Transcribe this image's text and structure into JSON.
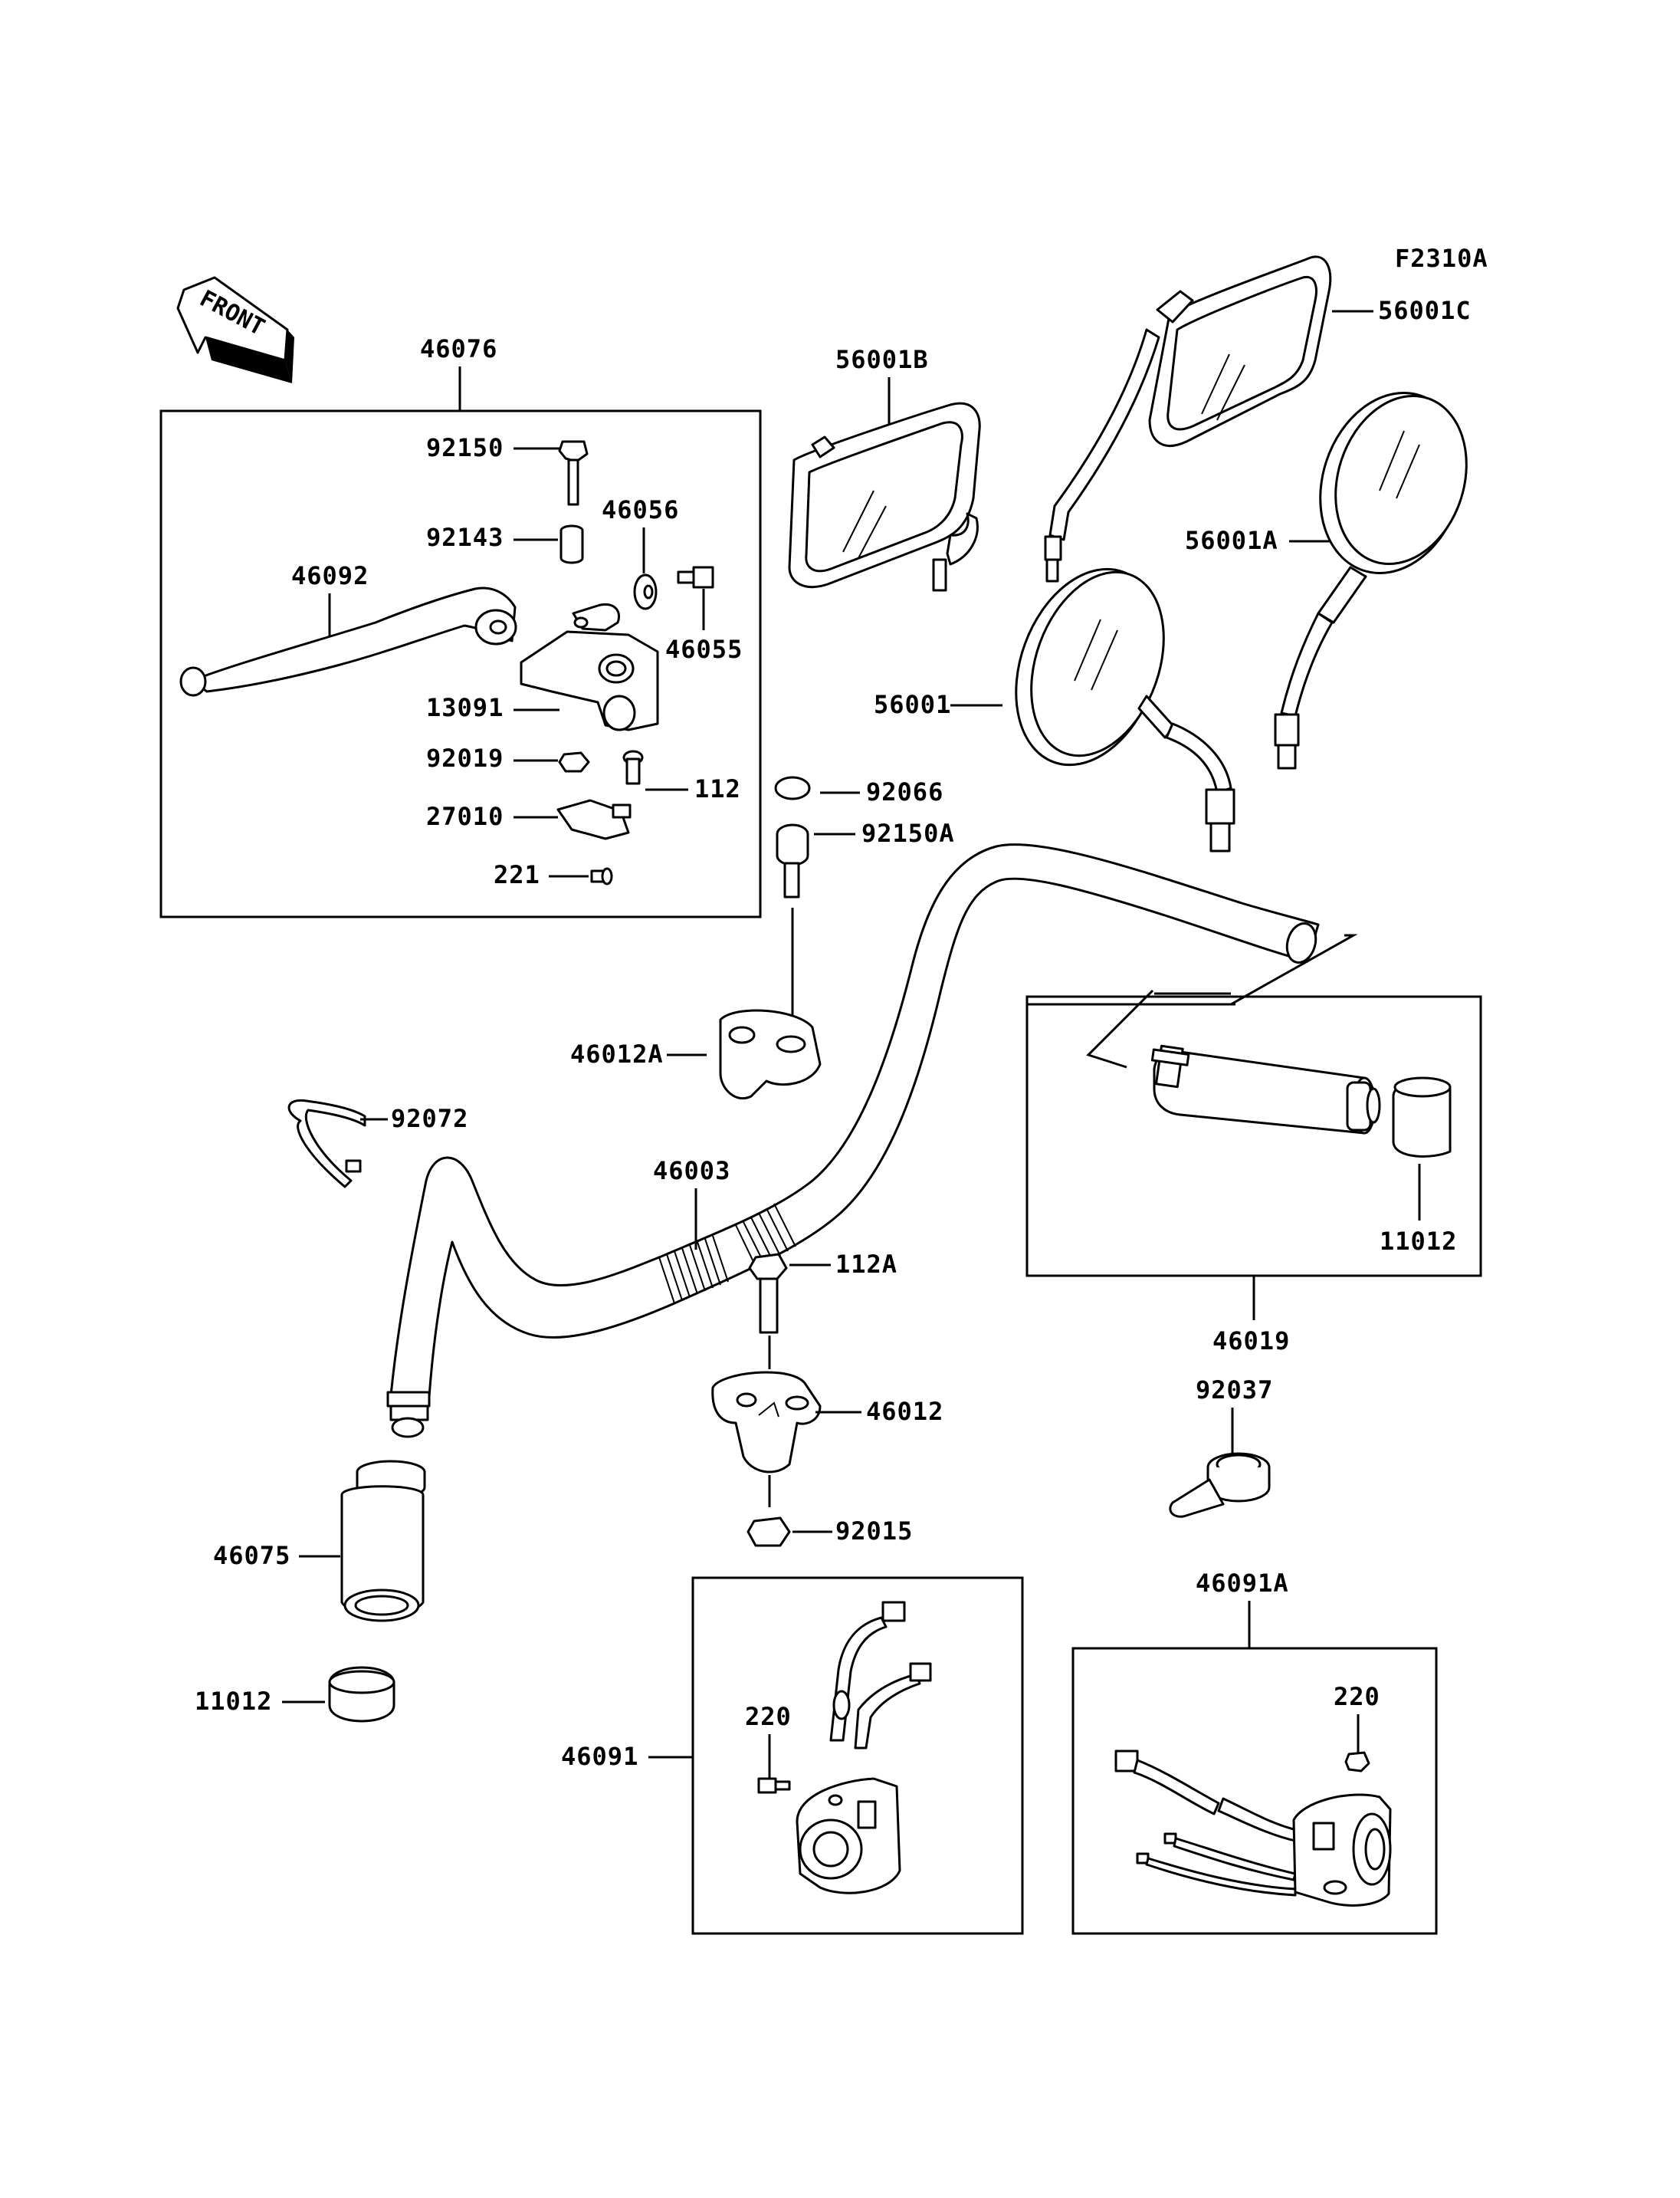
{
  "figure_code": "F2310A",
  "front_label": "FRONT",
  "labels": {
    "p46076": "46076",
    "p92150": "92150",
    "p92143": "92143",
    "p46056": "46056",
    "p46092": "46092",
    "p46055": "46055",
    "p13091": "13091",
    "p92019": "92019",
    "p112": "112",
    "p27010": "27010",
    "p221": "221",
    "p56001B": "56001B",
    "p56001C": "56001C",
    "p56001A": "56001A",
    "p56001": "56001",
    "p92066": "92066",
    "p92150A": "92150A",
    "p46012A": "46012A",
    "p92072": "92072",
    "p46003": "46003",
    "p11012_right": "11012",
    "p46019": "46019",
    "p112A": "112A",
    "p46012": "46012",
    "p92037": "92037",
    "p92015": "92015",
    "p46075": "46075",
    "p11012_left": "11012",
    "p46091A": "46091A",
    "p220_a": "220",
    "p220_b": "220",
    "p46091": "46091"
  }
}
